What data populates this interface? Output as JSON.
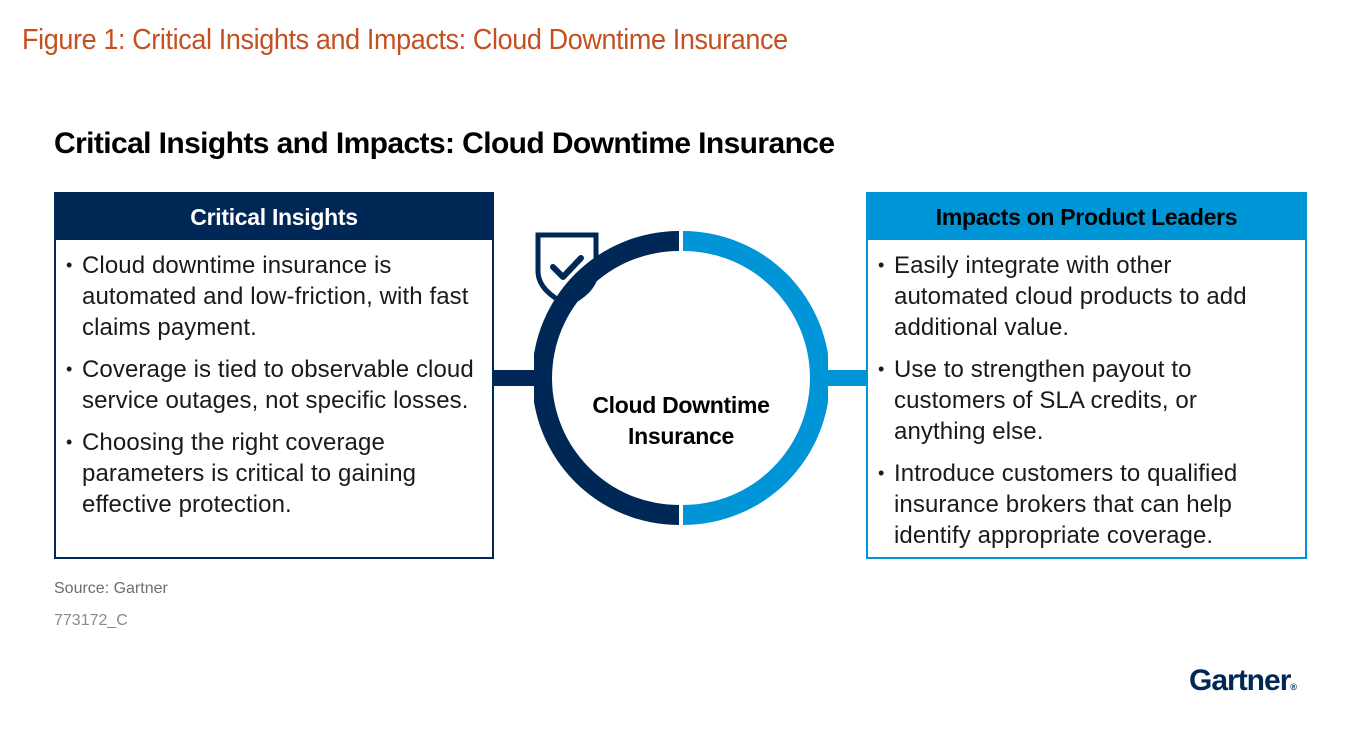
{
  "figure_title": "Figure 1: Critical Insights and Impacts: Cloud Downtime Insurance",
  "diagram_title": "Critical Insights and Impacts: Cloud Downtime Insurance",
  "colors": {
    "figure_title": "#c4501f",
    "navy": "#002856",
    "light_blue": "#0095d6"
  },
  "left_panel": {
    "header": "Critical Insights",
    "bullets": [
      "Cloud downtime insurance is automated and low-friction, with fast claims payment.",
      "Coverage is tied to observable cloud service outages, not specific losses.",
      "Choosing the right coverage parameters is critical to gaining effective protection."
    ]
  },
  "center": {
    "icon": "shield-check-icon",
    "label_line1": "Cloud Downtime",
    "label_line2": "Insurance"
  },
  "right_panel": {
    "header": "Impacts on Product Leaders",
    "bullets": [
      "Easily integrate with other automated cloud products to add additional value.",
      "Use to strengthen payout to customers of SLA credits, or anything else.",
      "Introduce customers to qualified insurance brokers that can help identify appropriate coverage."
    ]
  },
  "footer": {
    "source": "Source: Gartner",
    "doc_id": "773172_C",
    "logo_text": "Gartner",
    "logo_mark": "®"
  },
  "bullet_char": "•"
}
